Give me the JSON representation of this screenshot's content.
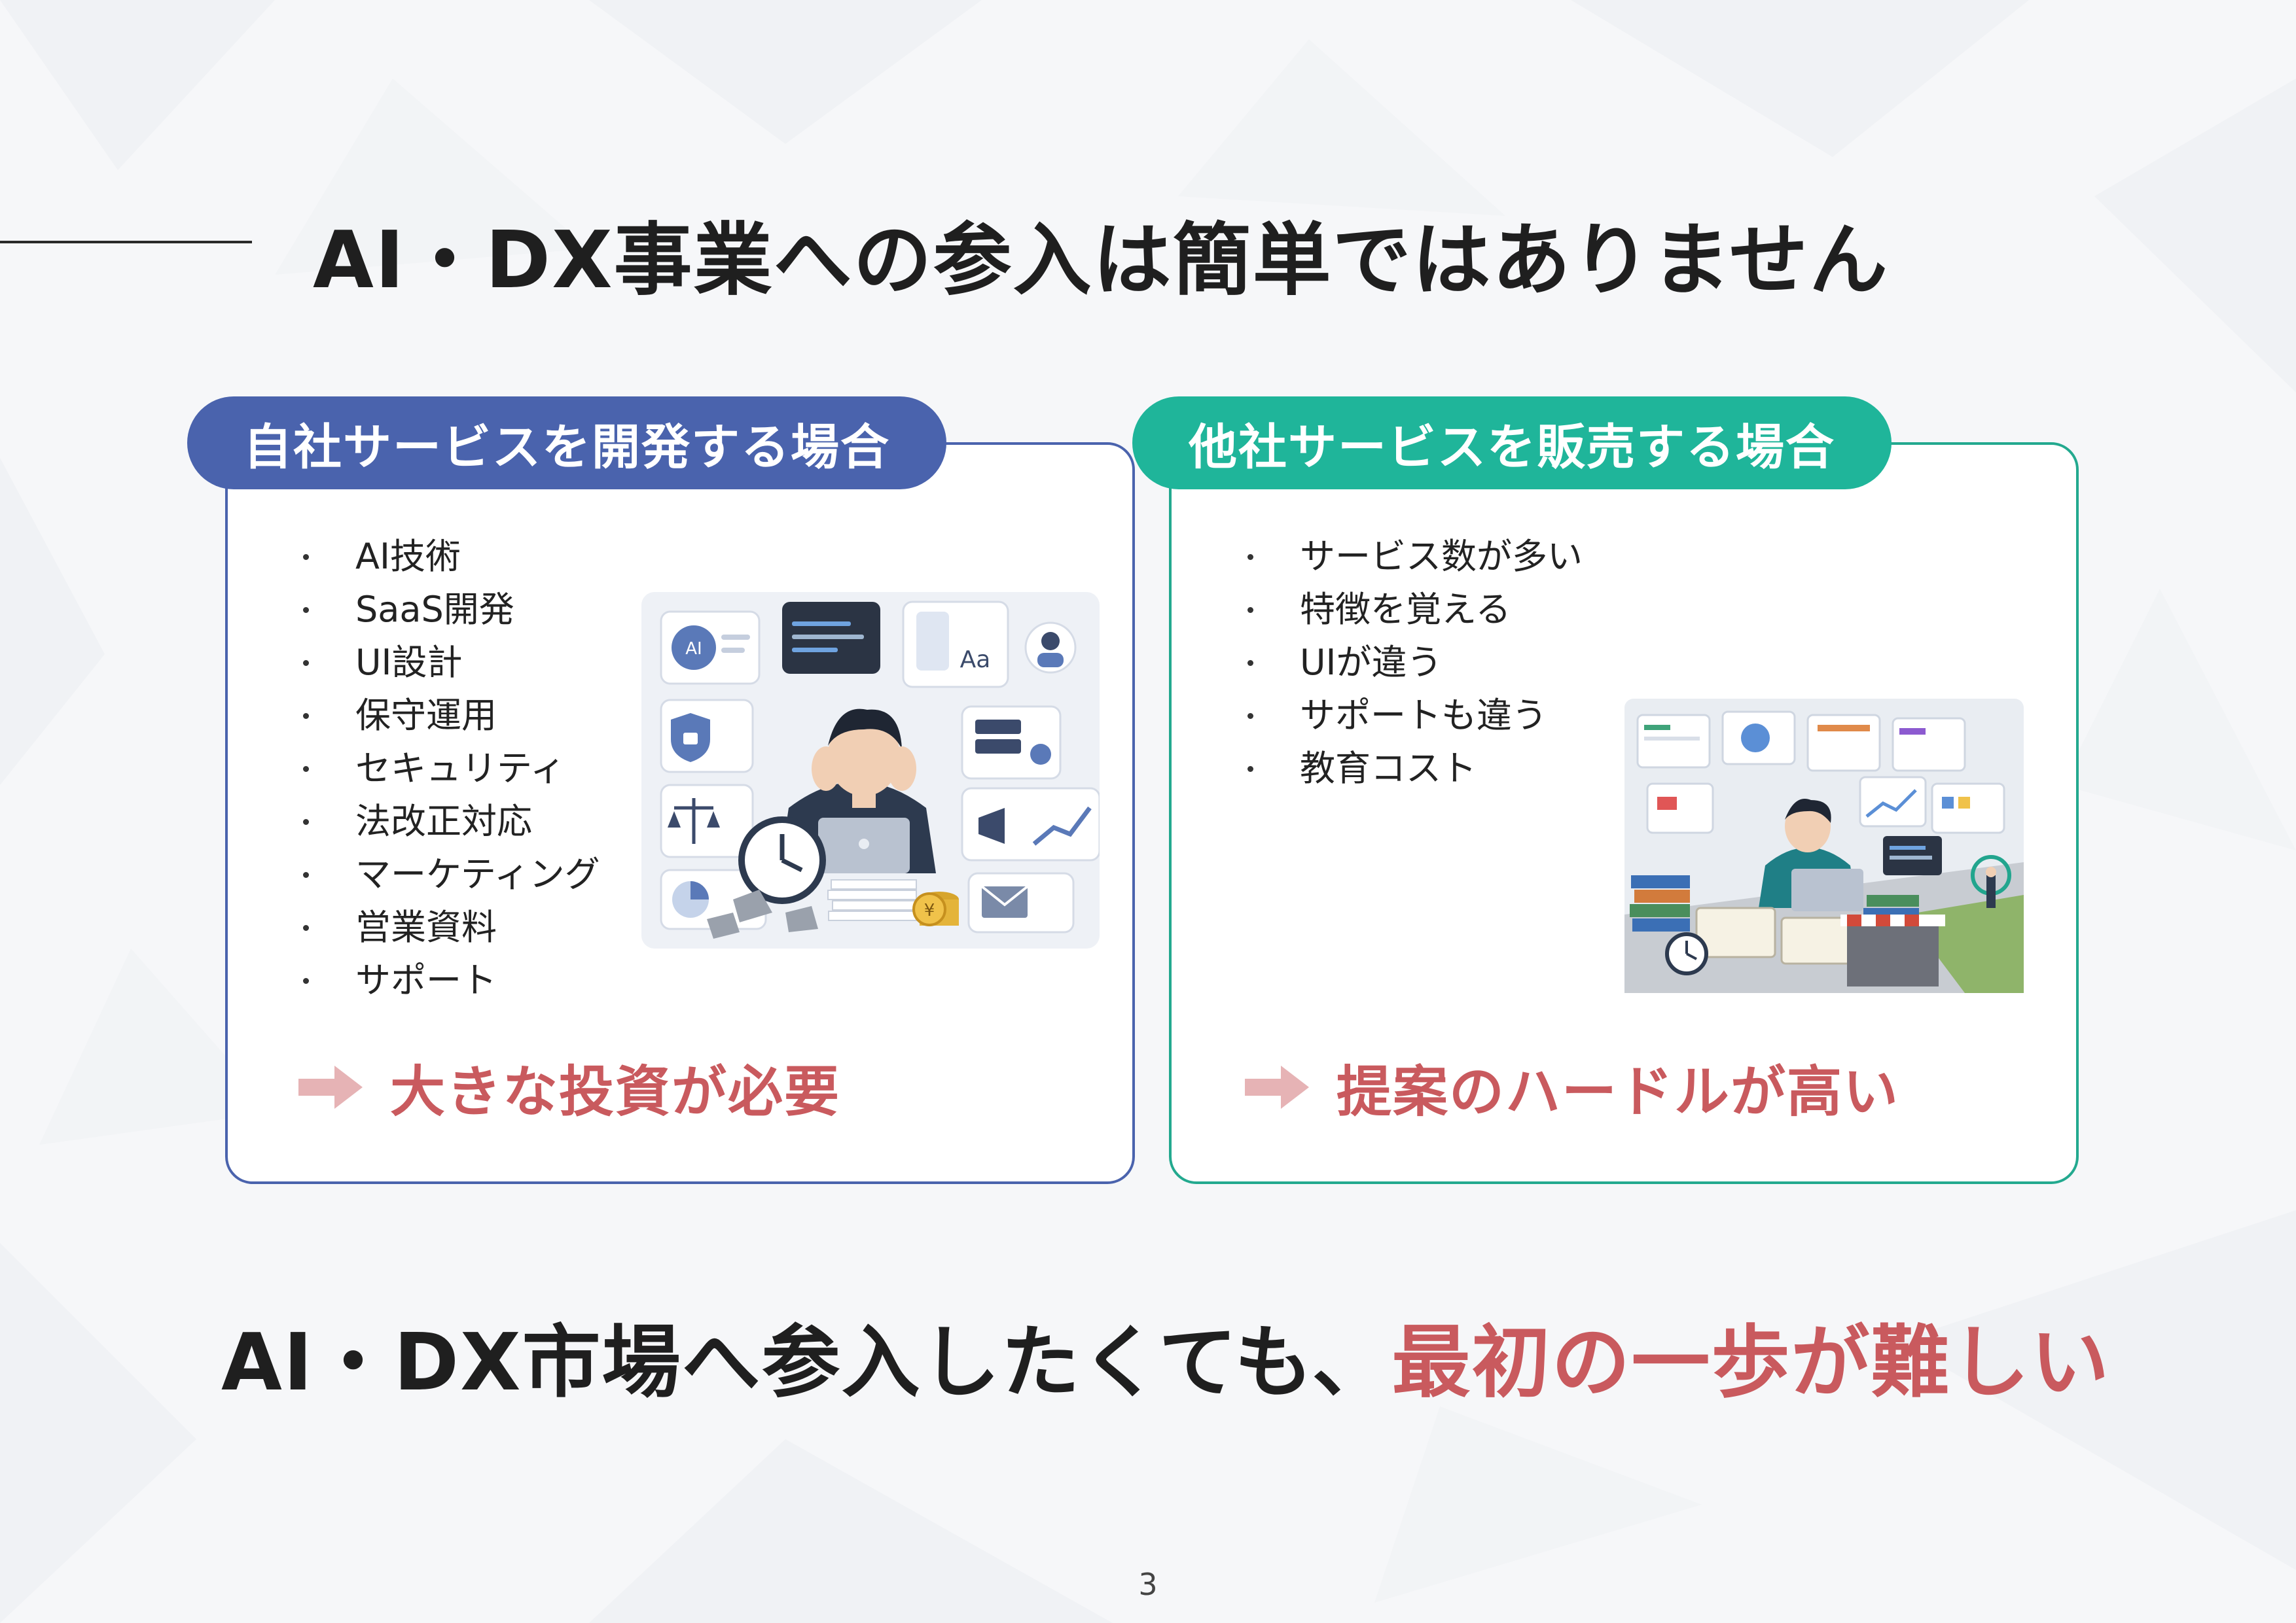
{
  "page": {
    "title": "AI・DX事業への参入は簡単ではありません",
    "page_number": "3"
  },
  "left_panel": {
    "header": "自社サービスを開発する場合",
    "items": [
      "AI技術",
      "SaaS開発",
      "UI設計",
      "保守運用",
      "セキュリティ",
      "法改正対応",
      "マーケティング",
      "営業資料",
      "サポート"
    ],
    "conclusion": "大きな投資が必要",
    "illustration_ai_label": "AI",
    "illustration_font_label": "Aa",
    "illustration_yen_label": "¥"
  },
  "right_panel": {
    "header": "他社サービスを販売する場合",
    "items": [
      "サービス数が多い",
      "特徴を覚える",
      "UIが違う",
      "サポートも違う",
      "教育コスト"
    ],
    "conclusion": "提案のハードルが高い"
  },
  "bottom": {
    "part1": "AI・DX市場へ参入したくても、",
    "part2": "最初の一歩が難しい"
  },
  "colors": {
    "left_accent": "#4a63ad",
    "right_accent": "#1fb59a",
    "highlight": "#c95a5e",
    "arrow": "#e6b3b5"
  },
  "icons": [
    "arrow-right-icon",
    "brain-icon",
    "shield-lock-icon",
    "scales-icon",
    "clock-icon",
    "code-window-icon",
    "server-icon",
    "megaphone-icon",
    "chart-icon",
    "mail-icon",
    "dashboard-icon",
    "barrier-icon",
    "books-icon"
  ]
}
